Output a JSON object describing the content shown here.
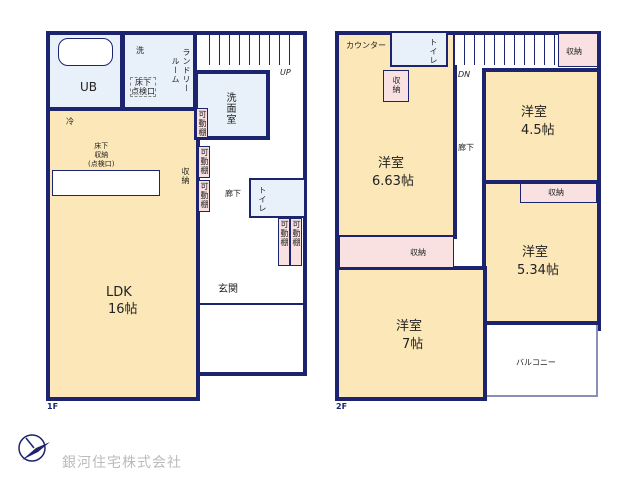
{
  "floor1": {
    "label": "1F",
    "rooms": {
      "ub": "UB",
      "wash": "洗",
      "laundry": "ランドリー\nルーム",
      "underfloor_inspect": "床下\n点検口",
      "up": "UP",
      "washroom": "洗面室",
      "shelf": "可動棚",
      "fridge": "冷",
      "underfloor_storage": "床下\n収納\n(点検口)",
      "storage": "収納",
      "hall": "廊下",
      "toilet": "トイレ",
      "ldk": "LDK",
      "ldk_size": "16帖",
      "entrance": "玄関"
    }
  },
  "floor2": {
    "label": "2F",
    "rooms": {
      "counter": "カウンター",
      "toilet": "トイレ",
      "dn": "DN",
      "storage": "収納",
      "hall": "廊下",
      "room1": "洋室",
      "room1_size": "6.63帖",
      "room2": "洋室",
      "room2_size": "4.5帖",
      "room3": "洋室",
      "room3_size": "5.34帖",
      "room4": "洋室",
      "room4_size": "7帖",
      "balcony": "バルコニー"
    }
  },
  "logo": {
    "company": "銀河住宅株式会社"
  },
  "colors": {
    "wall": "#1c2470",
    "room": "#fbe7b8",
    "wet": "#e8f1f9",
    "storage": "#f9e1e1"
  }
}
